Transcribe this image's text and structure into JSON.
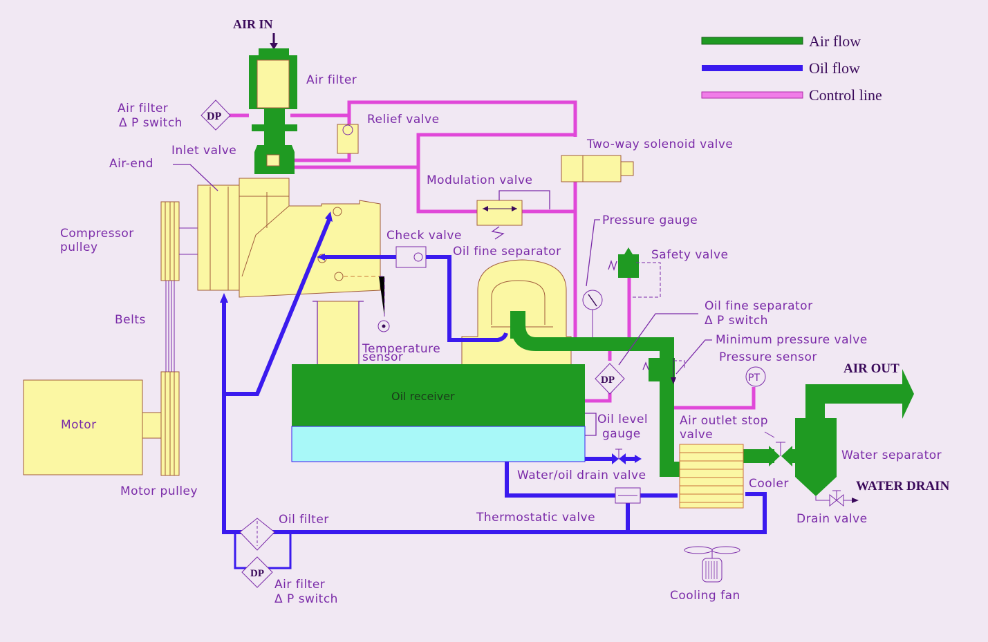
{
  "legend": {
    "items": [
      {
        "label": "Air flow",
        "color": "#1f9a22"
      },
      {
        "label": "Oil flow",
        "color": "#3a1aee"
      },
      {
        "label": "Control line",
        "color": "#e048d8"
      }
    ]
  },
  "labels": {
    "air_in": "AIR IN",
    "air_out": "AIR OUT",
    "water_drain": "WATER DRAIN",
    "air_filter": "Air filter",
    "air_filter_dp_1": "Air filter",
    "air_filter_dp_2": "Δ P switch",
    "dp": "DP",
    "relief_valve": "Relief valve",
    "inlet_valve": "Inlet valve",
    "air_end": "Air-end",
    "two_way_solenoid_valve": "Two-way solenoid valve",
    "modulation_valve": "Modulation valve",
    "compressor_pulley_1": "Compressor",
    "compressor_pulley_2": "pulley",
    "check_valve": "Check valve",
    "oil_fine_separator": "Oil fine separator",
    "pressure_gauge": "Pressure gauge",
    "safety_valve": "Safety valve",
    "belts": "Belts",
    "temperature_sensor_1": "Temperature",
    "temperature_sensor_2": "sensor",
    "ofs_dp_switch_1": "Oil fine separator",
    "ofs_dp_switch_2": "Δ P switch",
    "minimum_pressure_valve": "Minimum pressure valve",
    "pressure_sensor": "Pressure sensor",
    "pt": "PT",
    "oil_receiver": "Oil receiver",
    "motor": "Motor",
    "oil_level_gauge_1": "Oil level",
    "oil_level_gauge_2": "gauge",
    "air_outlet_stop_valve_1": "Air outlet stop",
    "air_outlet_stop_valve_2": "valve",
    "water_separator": "Water separator",
    "water_oil_drain_valve": "Water/oil drain valve",
    "cooler": "Cooler",
    "motor_pulley": "Motor pulley",
    "thermostatic_valve": "Thermostatic valve",
    "drain_valve": "Drain valve",
    "oil_filter": "Oil filter",
    "oil_filter_dp_1": "Air filter",
    "oil_filter_dp_2": "Δ P switch",
    "cooling_fan": "Cooling fan"
  }
}
